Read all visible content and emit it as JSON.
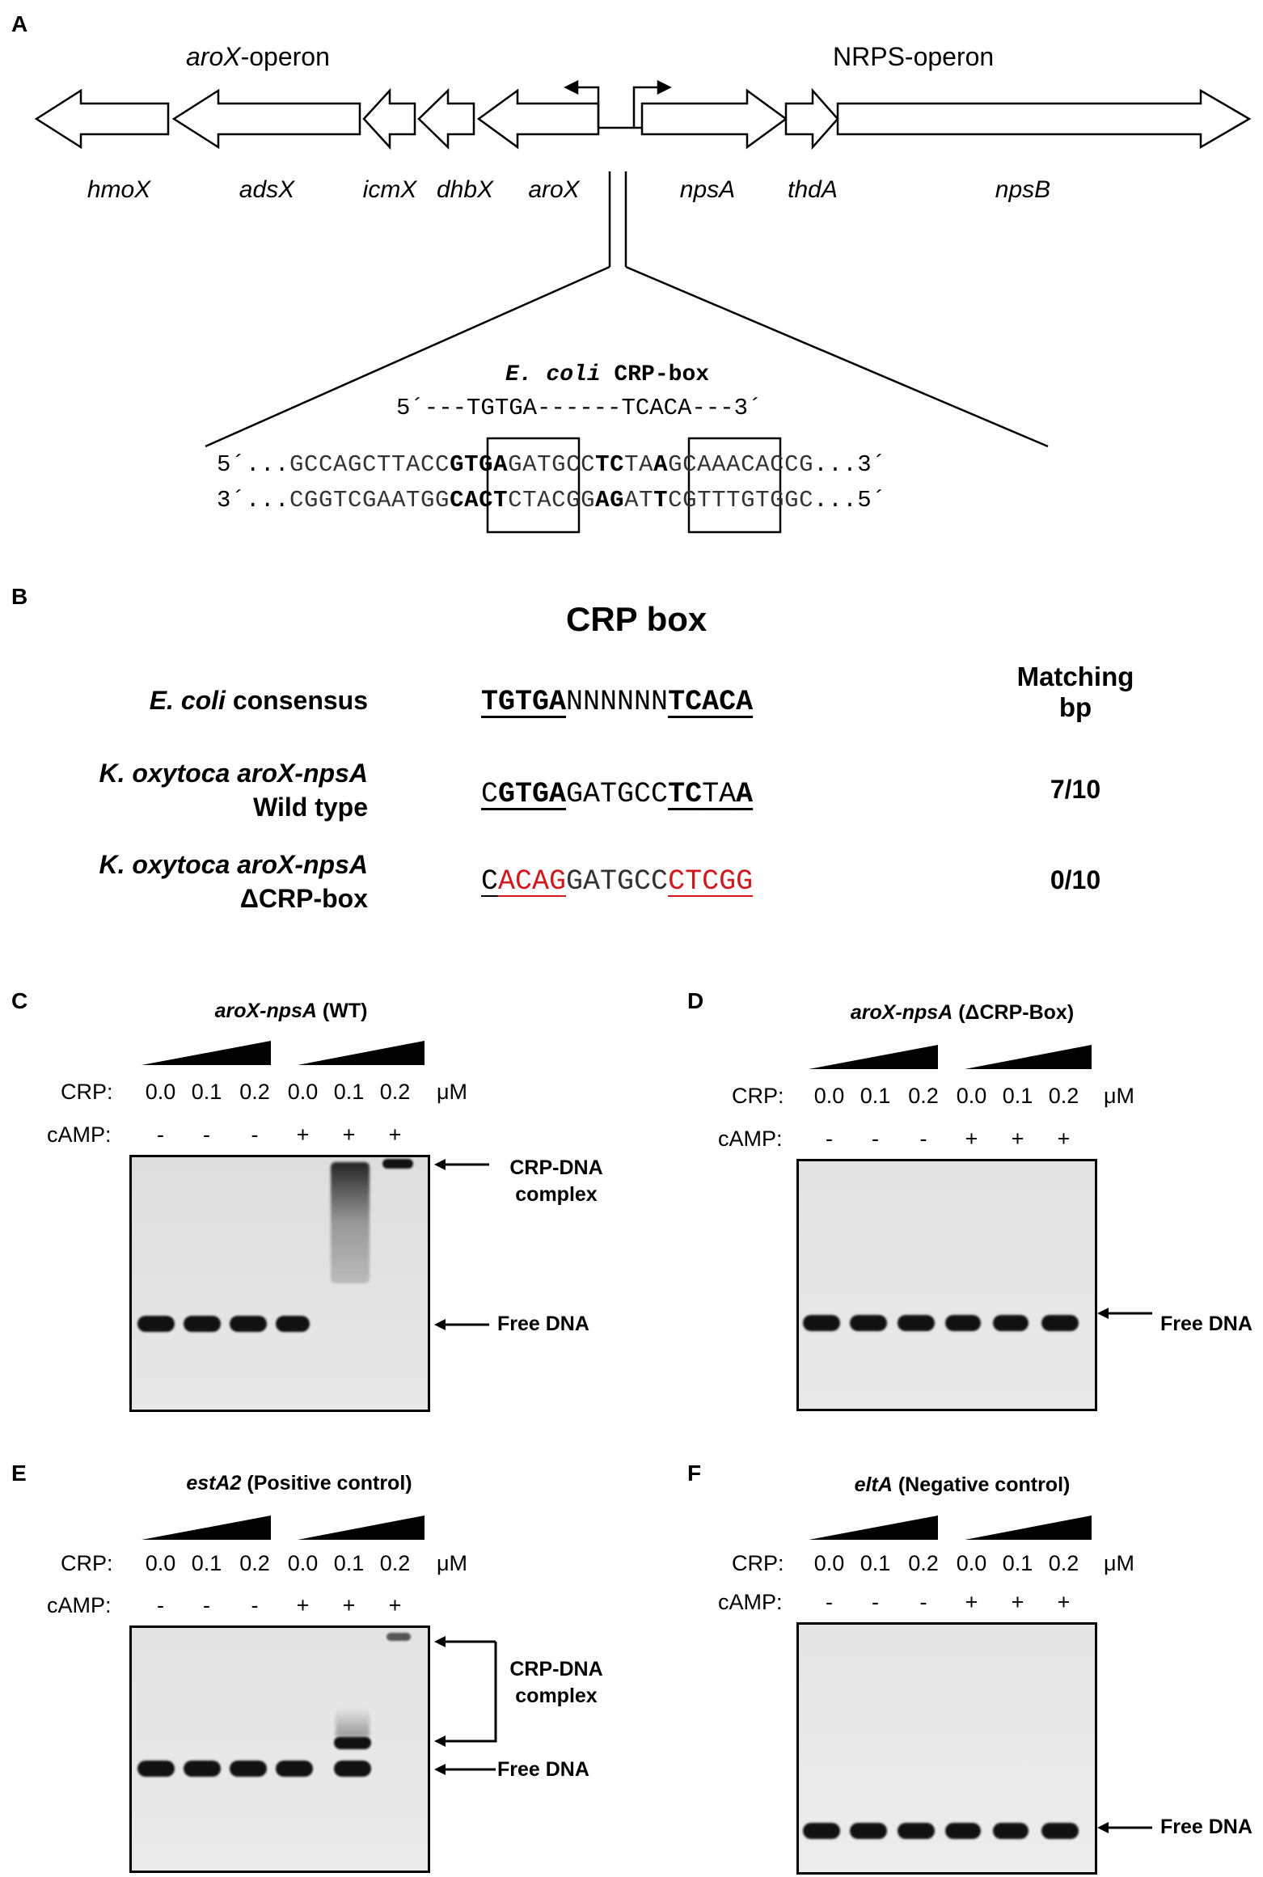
{
  "panelA": {
    "label": "A",
    "aroX_operon_label": "aroX",
    "aroX_operon_suffix": "-operon",
    "nrps_operon_label": "NRPS-operon",
    "genes": [
      "hmoX",
      "adsX",
      "icmX",
      "dhbX",
      "aroX",
      "npsA",
      "thdA",
      "npsB"
    ],
    "ecoli_title_italic": "E. coli",
    "ecoli_title_rest": " CRP-box",
    "consensus_line": "5´---TGTGA------TCACA---3´",
    "top_strand": {
      "prefix": "5´...",
      "seq1": "GCCAGCTTAC",
      "box1a": "C",
      "box1b": "GTGA",
      "mid": "GATGCC",
      "box2a": "TC",
      "box2b": "TA",
      "box2c": "A",
      "seq2": "GCAAACACCG",
      "suffix": "...3´"
    },
    "bottom_strand": {
      "prefix": "3´...",
      "seq1": "CGGTCGAATG",
      "box1a": "G",
      "box1b": "CACT",
      "mid": "CTACGG",
      "box2a": "AG",
      "box2b": "AT",
      "box2c": "T",
      "seq2": "CGTTTGTGGC",
      "suffix": "...5´"
    }
  },
  "panelB": {
    "label": "B",
    "title": "CRP box",
    "match_header_1": "Matching",
    "match_header_2": "bp",
    "rows": [
      {
        "name_italic": "E. coli",
        "name_rest": " consensus",
        "name_line2": "",
        "seq_a": "TGTGA",
        "seq_b": "NNNNNN",
        "seq_c": "TCACA",
        "match": ""
      },
      {
        "name_italic": "K. oxytoca aroX-npsA",
        "name_rest": "",
        "name_line2": "Wild type",
        "seq_a": "C",
        "seq_b": "GTGA",
        "seq_c": "GATGCC",
        "seq_d": "TC",
        "seq_e": "TA",
        "seq_f": "A",
        "match": "7/10"
      },
      {
        "name_italic": "K. oxytoca aroX-npsA",
        "name_rest": "",
        "name_line2": "ΔCRP-box",
        "seq_a": "C",
        "seq_b": "ACAG",
        "seq_c": "GATGCC",
        "seq_d": "CTCGG",
        "match": "0/10"
      }
    ]
  },
  "gels": [
    {
      "label": "C",
      "title_italic": "aroX-npsA",
      "title_rest": " (WT)",
      "crp_label": "CRP:",
      "camp_label": "cAMP:",
      "unit": "μM",
      "crp_values": [
        "0.0",
        "0.1",
        "0.2",
        "0.0",
        "0.1",
        "0.2"
      ],
      "camp_values": [
        "-",
        "-",
        "-",
        "+",
        "+",
        "+"
      ],
      "annot_complex_1": "CRP-DNA",
      "annot_complex_2": "complex",
      "annot_free": "Free DNA"
    },
    {
      "label": "D",
      "title_italic": "aroX-npsA",
      "title_rest": " (ΔCRP-Box)",
      "crp_label": "CRP:",
      "camp_label": "cAMP:",
      "unit": "μM",
      "crp_values": [
        "0.0",
        "0.1",
        "0.2",
        "0.0",
        "0.1",
        "0.2"
      ],
      "camp_values": [
        "-",
        "-",
        "-",
        "+",
        "+",
        "+"
      ],
      "annot_free": "Free DNA"
    },
    {
      "label": "E",
      "title_italic": "estA2",
      "title_rest": " (Positive control)",
      "crp_label": "CRP:",
      "camp_label": "cAMP:",
      "unit": "μM",
      "crp_values": [
        "0.0",
        "0.1",
        "0.2",
        "0.0",
        "0.1",
        "0.2"
      ],
      "camp_values": [
        "-",
        "-",
        "-",
        "+",
        "+",
        "+"
      ],
      "annot_complex_1": "CRP-DNA",
      "annot_complex_2": "complex",
      "annot_free": "Free DNA"
    },
    {
      "label": "F",
      "title_italic": "eltA",
      "title_rest": " (Negative control)",
      "crp_label": "CRP:",
      "camp_label": "cAMP:",
      "unit": "μM",
      "crp_values": [
        "0.0",
        "0.1",
        "0.2",
        "0.0",
        "0.1",
        "0.2"
      ],
      "camp_values": [
        "-",
        "-",
        "-",
        "+",
        "+",
        "+"
      ],
      "annot_free": "Free DNA"
    }
  ]
}
